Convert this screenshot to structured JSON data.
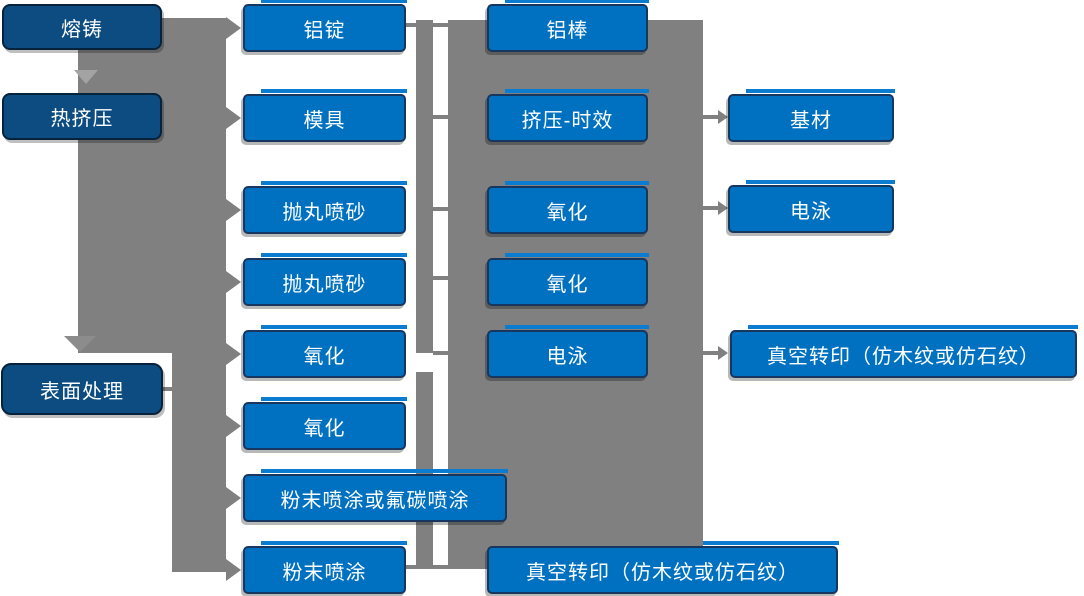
{
  "diagram": {
    "type": "flowchart",
    "description_language": "zh-CN",
    "colors": {
      "process_box": "#0071c1",
      "stage_box": "#0d4c80",
      "connector_gray": "#808080",
      "chevron_light_gray": "#a3a3a3",
      "box_border": "#17375e",
      "text": "#ffffff",
      "background": "#ffffff"
    }
  },
  "nodes": [
    {
      "id": "rongzhu",
      "label": "熔铸",
      "column": 1,
      "row": 1,
      "variant": "dark"
    },
    {
      "id": "rejiya",
      "label": "热挤压",
      "column": 1,
      "row": 2,
      "variant": "dark"
    },
    {
      "id": "biaomian",
      "label": "表面处理",
      "column": 1,
      "row": 5.5,
      "variant": "dark"
    },
    {
      "id": "luding",
      "label": "铝锭",
      "column": 2,
      "row": 1,
      "variant": "bright"
    },
    {
      "id": "muju",
      "label": "模具",
      "column": 2,
      "row": 2,
      "variant": "bright"
    },
    {
      "id": "paowan1",
      "label": "抛丸喷砂",
      "column": 2,
      "row": 3,
      "variant": "bright"
    },
    {
      "id": "paowan2",
      "label": "抛丸喷砂",
      "column": 2,
      "row": 4,
      "variant": "bright"
    },
    {
      "id": "yanghua2a",
      "label": "氧化",
      "column": 2,
      "row": 5,
      "variant": "bright"
    },
    {
      "id": "yanghua2b",
      "label": "氧化",
      "column": 2,
      "row": 6,
      "variant": "bright"
    },
    {
      "id": "fenmofutan",
      "label": "粉末喷涂或氟碳喷涂",
      "column": 2,
      "row": 7,
      "variant": "bright"
    },
    {
      "id": "fenmo",
      "label": "粉末喷涂",
      "column": 2,
      "row": 8,
      "variant": "bright"
    },
    {
      "id": "lvbang",
      "label": "铝棒",
      "column": 3,
      "row": 1,
      "variant": "bright"
    },
    {
      "id": "jiyashixiao",
      "label": "挤压-时效",
      "column": 3,
      "row": 2,
      "variant": "bright"
    },
    {
      "id": "yanghua3a",
      "label": "氧化",
      "column": 3,
      "row": 3,
      "variant": "bright"
    },
    {
      "id": "yanghua3b",
      "label": "氧化",
      "column": 3,
      "row": 4,
      "variant": "bright"
    },
    {
      "id": "dianyong3",
      "label": "电泳",
      "column": 3,
      "row": 5,
      "variant": "bright"
    },
    {
      "id": "zhenkong3",
      "label": "真空转印（仿木纹或仿石纹）",
      "column": 3,
      "row": 8,
      "variant": "bright"
    },
    {
      "id": "jicai",
      "label": "基材",
      "column": 4,
      "row": 2,
      "variant": "bright"
    },
    {
      "id": "dianyong4",
      "label": "电泳",
      "column": 4,
      "row": 3,
      "variant": "bright"
    },
    {
      "id": "zhenkong4",
      "label": "真空转印（仿木纹或仿石纹）",
      "column": 4,
      "row": 5,
      "variant": "bright"
    }
  ],
  "edges": [
    {
      "from": "熔铸",
      "to": "热挤压"
    },
    {
      "from": "熔铸",
      "to": "铝锭"
    },
    {
      "from": "热挤压",
      "to": "模具"
    },
    {
      "from": "热挤压",
      "to": "抛丸喷砂"
    },
    {
      "from": "热挤压",
      "to": "抛丸喷砂"
    },
    {
      "from": "热挤压",
      "to": "氧化"
    },
    {
      "from": "热挤压",
      "to": "表面处理"
    },
    {
      "from": "表面处理",
      "to": "氧化"
    },
    {
      "from": "表面处理",
      "to": "粉末喷涂或氟碳喷涂"
    },
    {
      "from": "表面处理",
      "to": "粉末喷涂"
    },
    {
      "from": "铝锭",
      "to": "铝棒"
    },
    {
      "from": "挤压-时效",
      "to": "基材"
    },
    {
      "from": "氧化",
      "to": "电泳"
    },
    {
      "from": "电泳",
      "to": "真空转印（仿木纹或仿石纹）"
    },
    {
      "from": "粉末喷涂",
      "to": "真空转印（仿木纹或仿石纹）"
    }
  ]
}
